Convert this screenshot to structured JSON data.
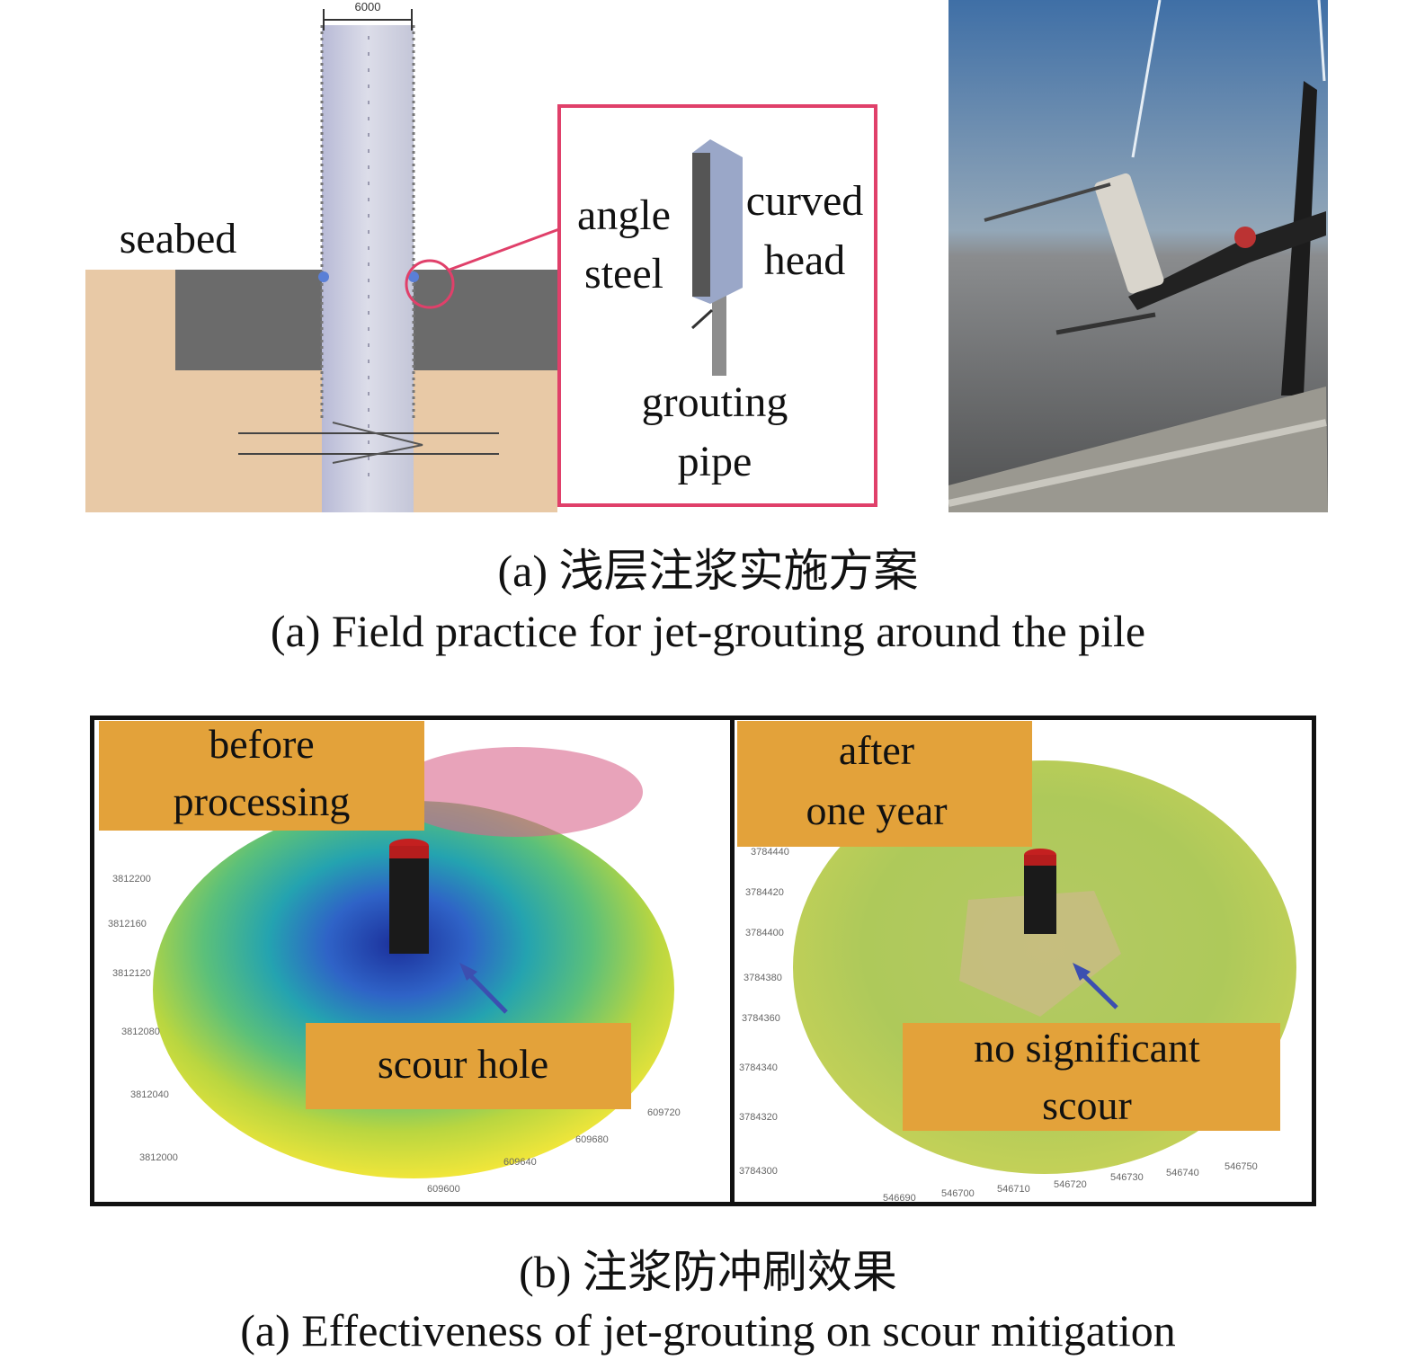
{
  "panel_a": {
    "scheme": {
      "seabed_label": "seabed",
      "dimension_label": "6000"
    },
    "inset": {
      "angle_steel_label": [
        "angle",
        "steel"
      ],
      "curved_head_label": [
        "curved",
        "head"
      ],
      "grouting_pipe_label": [
        "grouting",
        "pipe"
      ]
    },
    "caption_zh": "(a) 浅层注浆实施方案",
    "caption_en": "(a) Field practice for jet-grouting around the pile"
  },
  "panel_b": {
    "before": {
      "tag": [
        "before",
        "processing"
      ],
      "note": "scour hole"
    },
    "after": {
      "tag": [
        "after",
        "one year"
      ],
      "note": [
        "no significant",
        "scour"
      ]
    },
    "caption_zh": "(b) 注浆防冲刷效果",
    "caption_en": "(a) Effectiveness of jet-grouting on scour mitigation"
  },
  "colors": {
    "label_box": "#e3a23a",
    "inset_border": "#e0406a",
    "seabed_dark": "#6b6b6b",
    "sand": "#e8c9a6",
    "pile": "#c9cbe0"
  }
}
